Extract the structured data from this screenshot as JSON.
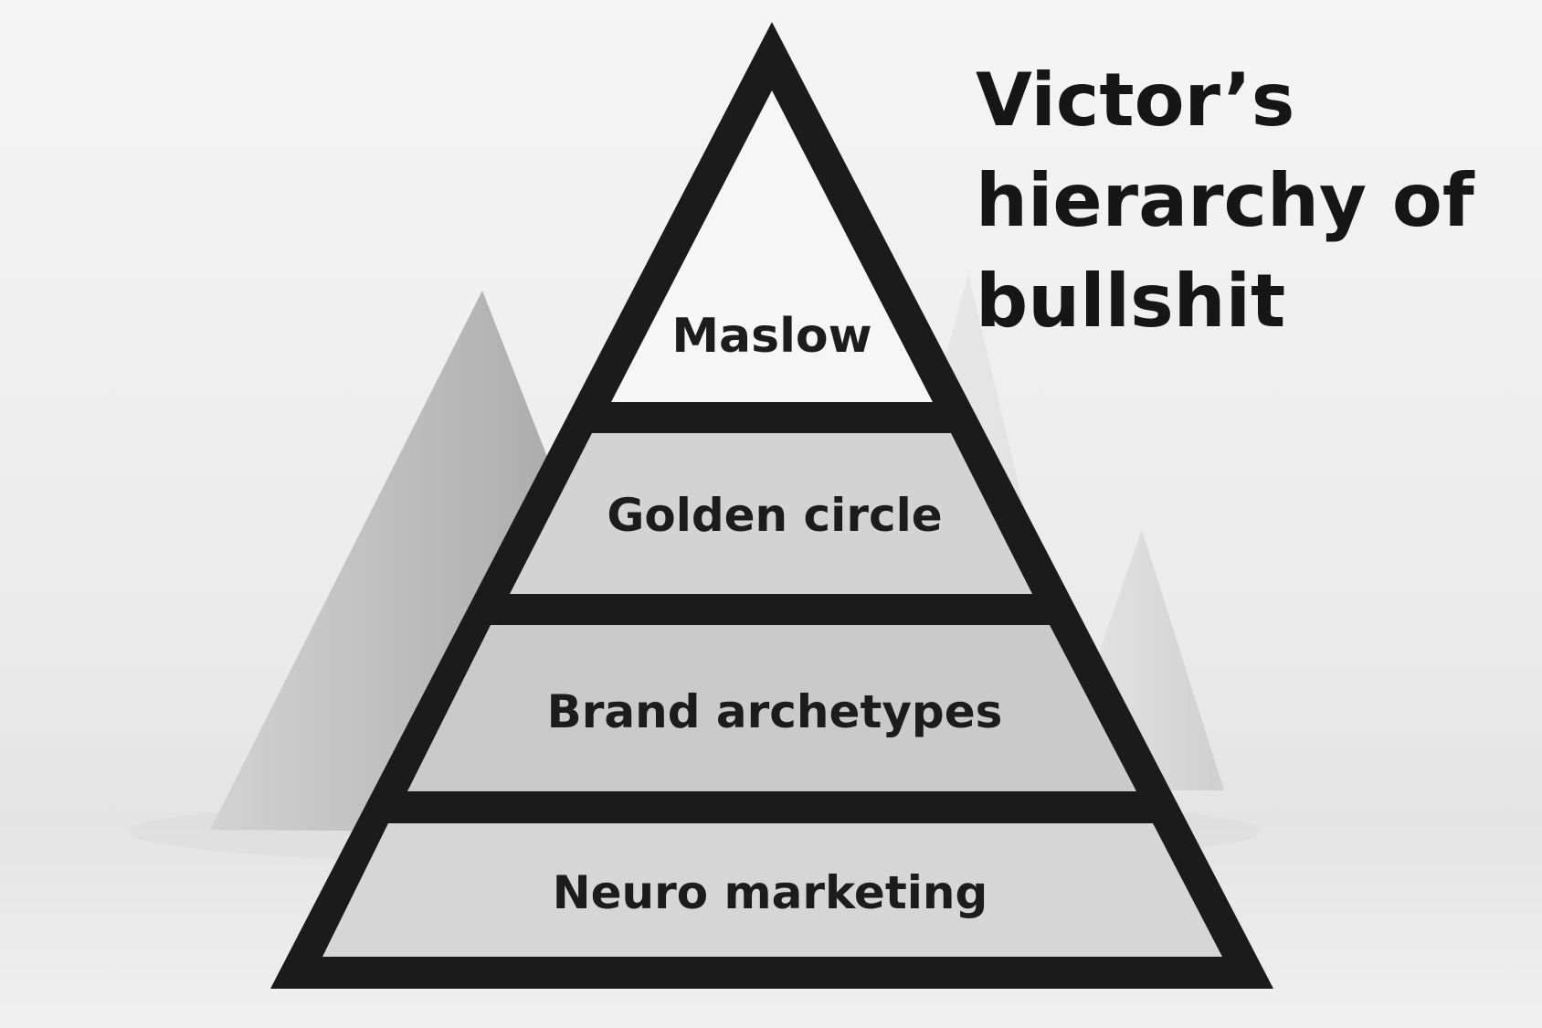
{
  "title": {
    "lines": [
      "Victor’s",
      "hierarchy of",
      "bullshit"
    ]
  },
  "pyramid": {
    "tiers": [
      {
        "label": "Maslow"
      },
      {
        "label": "Golden circle"
      },
      {
        "label": "Brand archetypes"
      },
      {
        "label": "Neuro marketing"
      }
    ]
  },
  "colors": {
    "outline": "#1b1b1b",
    "background": "#efefef"
  }
}
